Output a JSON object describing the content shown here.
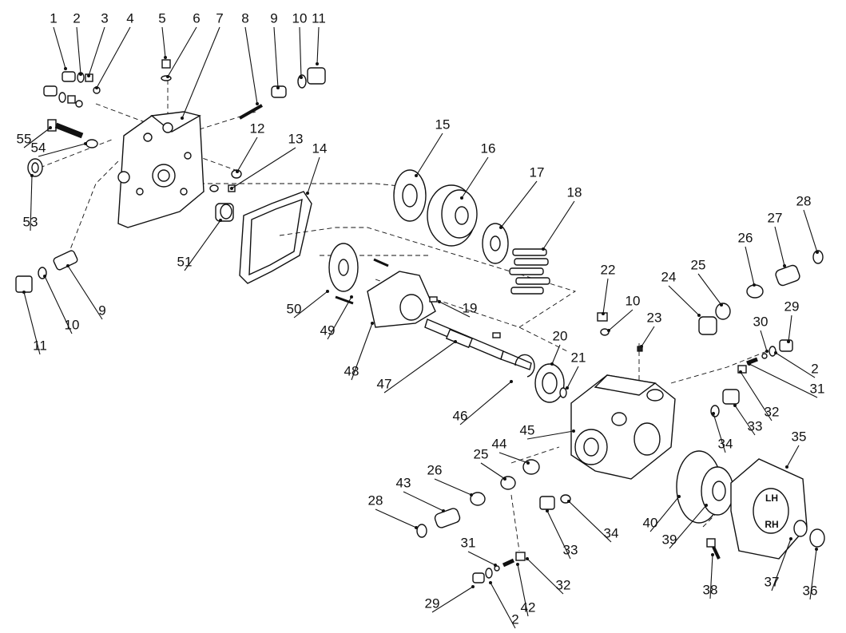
{
  "diagram": {
    "callouts": [
      "1",
      "2",
      "3",
      "4",
      "5",
      "6",
      "7",
      "8",
      "9",
      "10",
      "11",
      "55",
      "54",
      "53",
      "12",
      "13",
      "14",
      "51",
      "9",
      "10",
      "11",
      "15",
      "16",
      "17",
      "18",
      "50",
      "49",
      "48",
      "19",
      "47",
      "20",
      "21",
      "46",
      "22",
      "10",
      "23",
      "24",
      "25",
      "26",
      "27",
      "28",
      "29",
      "30",
      "2",
      "31",
      "32",
      "33",
      "34",
      "45",
      "44",
      "25",
      "26",
      "43",
      "28",
      "33",
      "34",
      "40",
      "39",
      "35",
      "37",
      "36",
      "38",
      "31",
      "42",
      "32",
      "29",
      "2"
    ],
    "stamps": [
      "LH",
      "RH"
    ]
  }
}
